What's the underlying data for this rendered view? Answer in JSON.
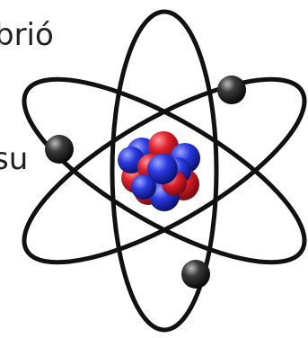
{
  "slide": {
    "text_fragment_top": "brió",
    "text_fragment_mid": "su"
  },
  "diagram": {
    "subject": "atom-model",
    "orbit_count": 3,
    "electron_count": 3,
    "nucleus": {
      "protons": 6,
      "neutrons": 7
    },
    "colors": {
      "orbit": "#111111",
      "proton": "#e0202a",
      "neutron": "#2a3ae0",
      "electron": "#2b2b2b",
      "background": "#ffffff"
    }
  }
}
